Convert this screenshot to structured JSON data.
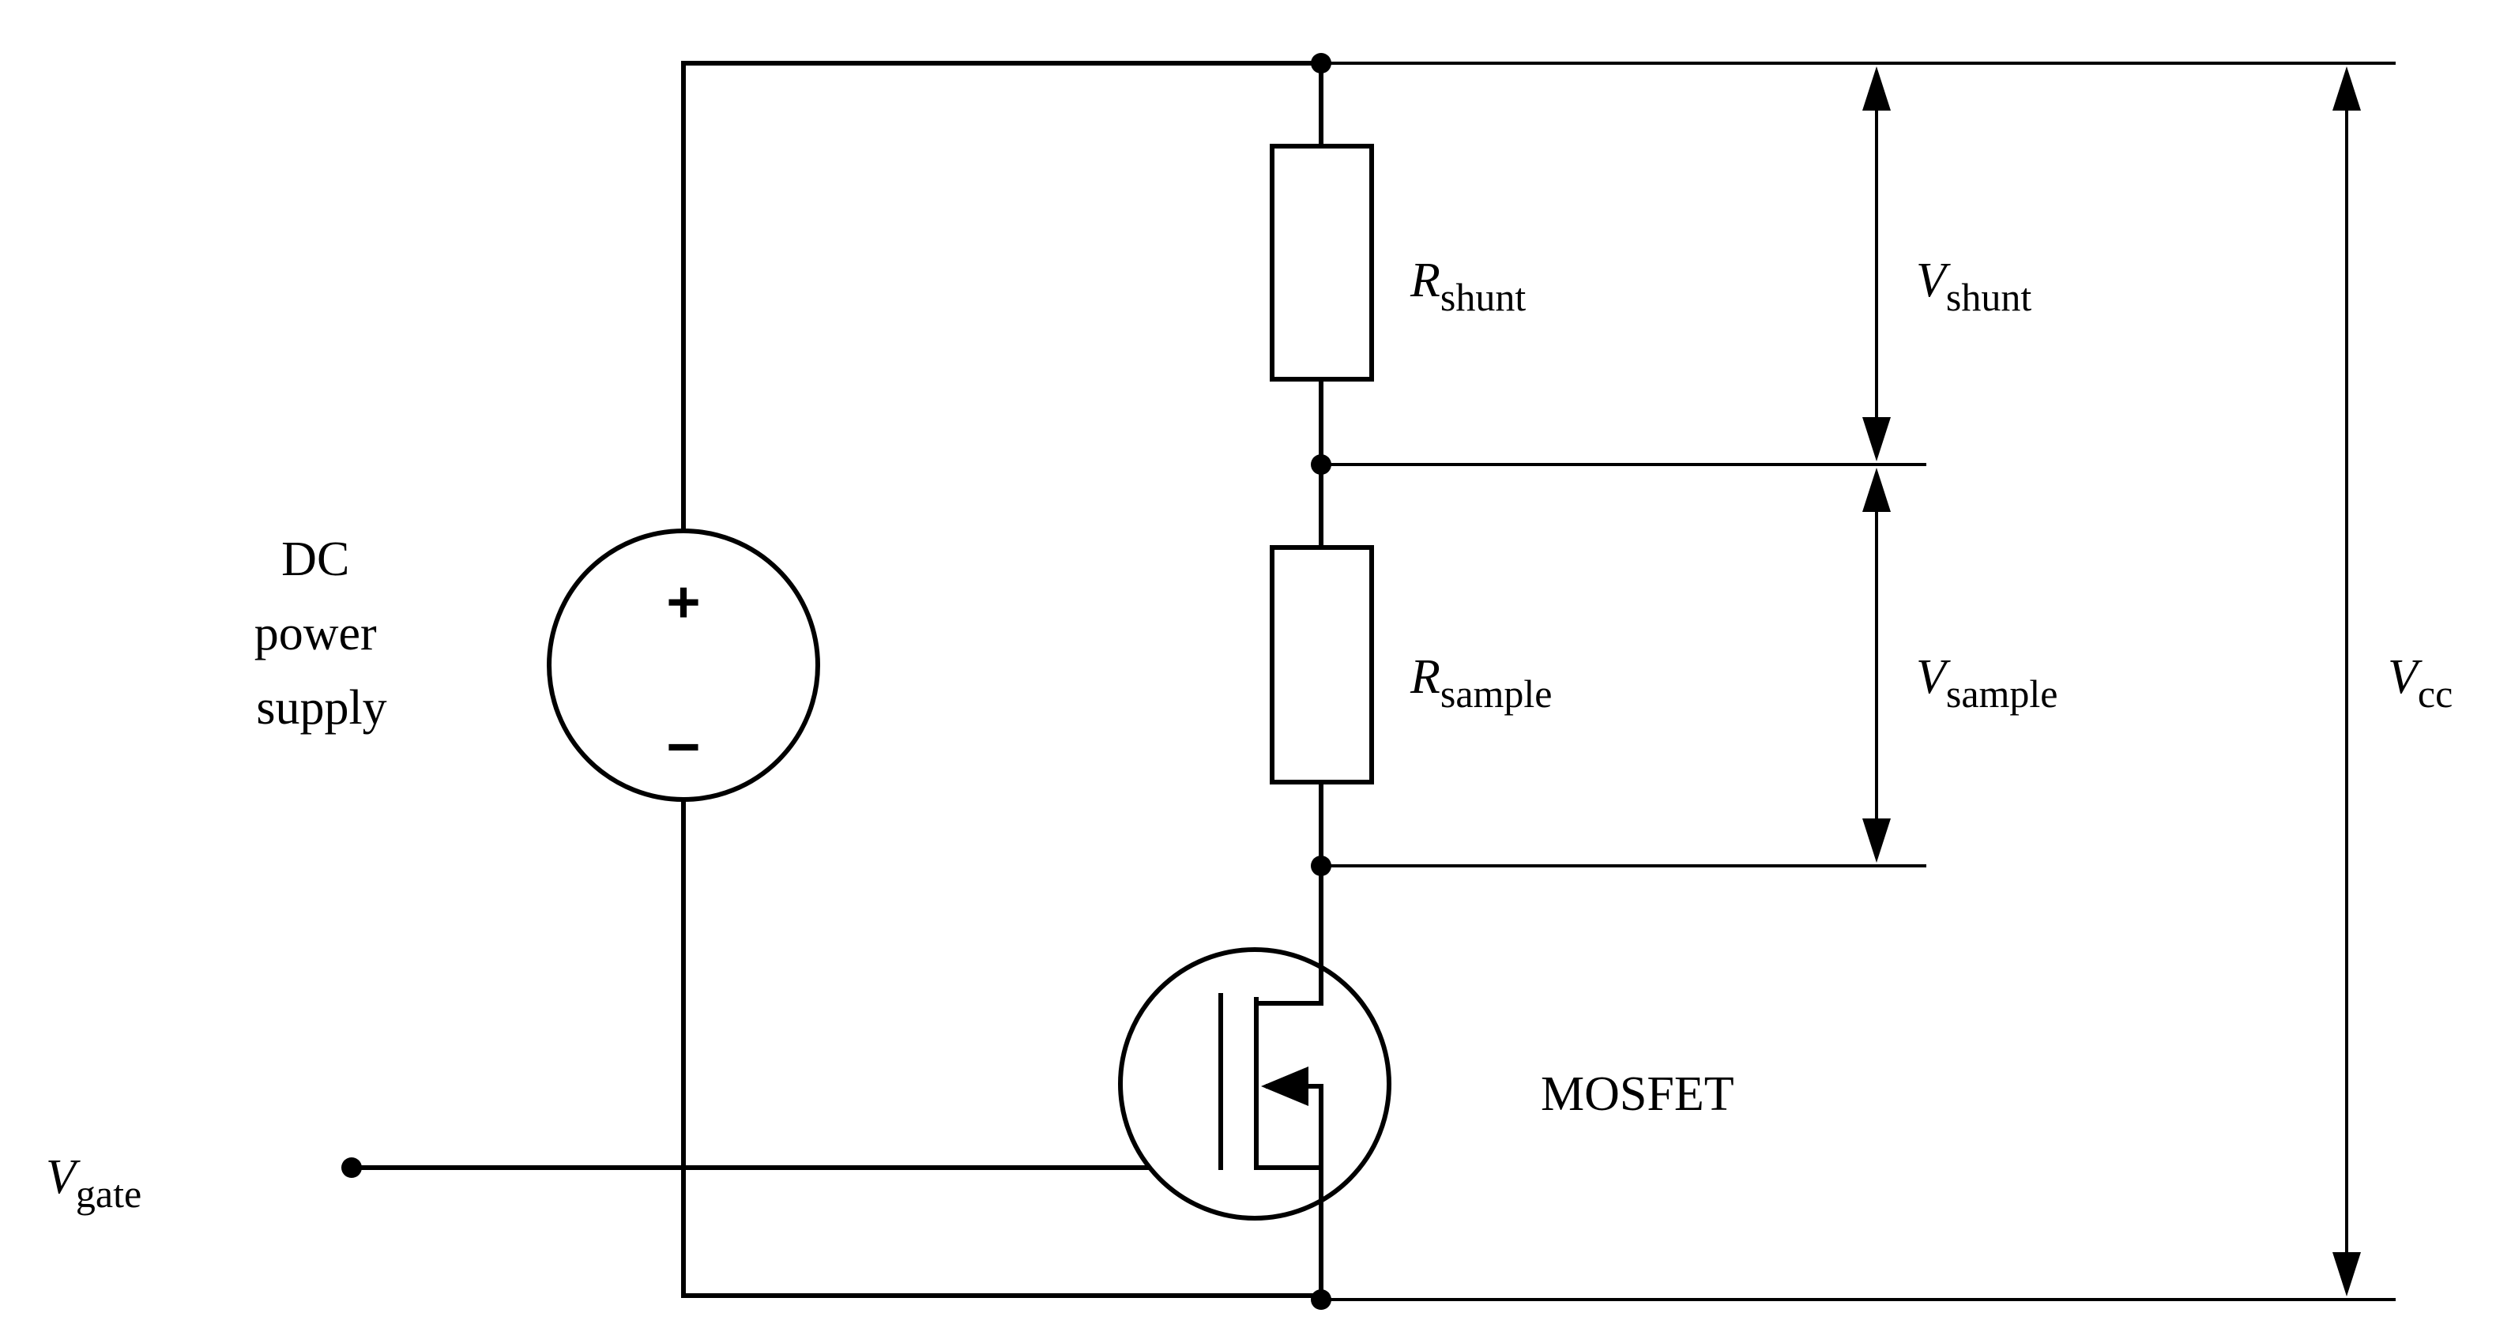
{
  "source": {
    "label_lines": [
      "DC",
      "power",
      "supply"
    ],
    "plus_sign": "+",
    "minus_sign": "−"
  },
  "r_shunt": {
    "symbol": "R",
    "subscript": "shunt"
  },
  "r_sample": {
    "symbol": "R",
    "subscript": "sample"
  },
  "v_shunt": {
    "symbol": "V",
    "subscript": "shunt"
  },
  "v_sample": {
    "symbol": "V",
    "subscript": "sample"
  },
  "v_cc": {
    "symbol": "V",
    "subscript": "cc"
  },
  "v_gate": {
    "symbol": "V",
    "subscript": "gate"
  },
  "mosfet": {
    "label": "MOSFET"
  },
  "colors": {
    "ink": "#000000",
    "background": "#ffffff"
  }
}
